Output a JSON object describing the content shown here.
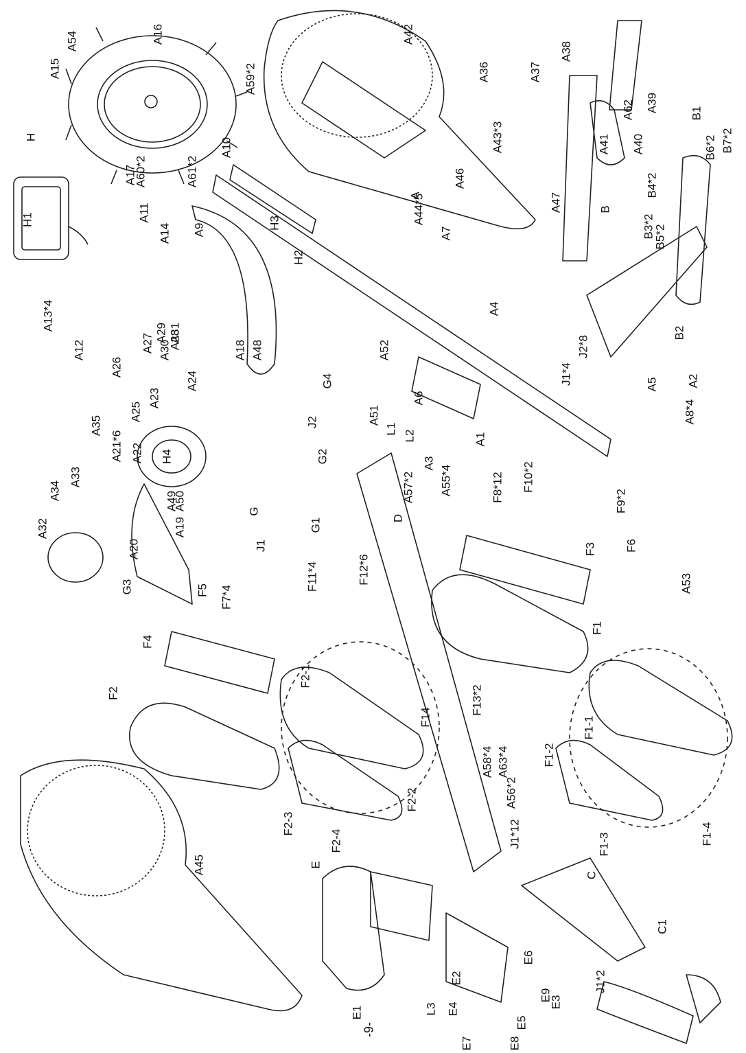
{
  "page_number": "-9-",
  "parts": {
    "frame": [
      "A",
      "A1",
      "A2",
      "A3",
      "A4",
      "A5",
      "A6",
      "A7",
      "A8*4",
      "A9",
      "A10",
      "A11",
      "A12",
      "A13*4",
      "A14"
    ],
    "flywheel": [
      "A15",
      "A16",
      "A17",
      "A18",
      "A19",
      "A20",
      "A21*6",
      "A22",
      "A23",
      "A24",
      "A25",
      "A26",
      "A27",
      "A28",
      "A29",
      "A30",
      "A31",
      "A32",
      "A33",
      "A34",
      "A35"
    ],
    "covers": [
      "A36",
      "A37",
      "A38",
      "A39",
      "A40",
      "A41",
      "A42",
      "A43*3",
      "A44*5",
      "A45",
      "A46",
      "A47",
      "A48",
      "A49",
      "A50",
      "A51",
      "A52",
      "A53",
      "A54",
      "A55*4",
      "A56*2",
      "A57*2",
      "A58*4",
      "A59*2",
      "A60*2",
      "A61*2",
      "A62",
      "A63*4"
    ],
    "rear_stabilizer": [
      "B",
      "B1",
      "B2",
      "B3*2",
      "B4*2",
      "B5*2",
      "B6*2",
      "B7*2"
    ],
    "front_stabilizer": [
      "C",
      "C1"
    ],
    "rail": [
      "D"
    ],
    "seat": [
      "E",
      "E1",
      "E2",
      "E3",
      "E4",
      "E5",
      "E6",
      "E7",
      "E8",
      "E9"
    ],
    "pedals": [
      "F1",
      "F1-1",
      "F1-2",
      "F1-3",
      "F1-4",
      "F2",
      "F2-1",
      "F2-2",
      "F2-3",
      "F2-4",
      "F3",
      "F4",
      "F5",
      "F6",
      "F7*4",
      "F8*12",
      "F9*2",
      "F10*2",
      "F11*4",
      "F12*6",
      "F13*2",
      "F14"
    ],
    "crank": [
      "G",
      "G1",
      "G2",
      "G3",
      "G4"
    ],
    "console": [
      "H",
      "H1",
      "H2",
      "H3",
      "H4"
    ],
    "hardware": [
      "J1",
      "J1*2",
      "J1*4",
      "J1*12",
      "J2",
      "J2*8",
      "L1",
      "L2",
      "L3"
    ]
  }
}
